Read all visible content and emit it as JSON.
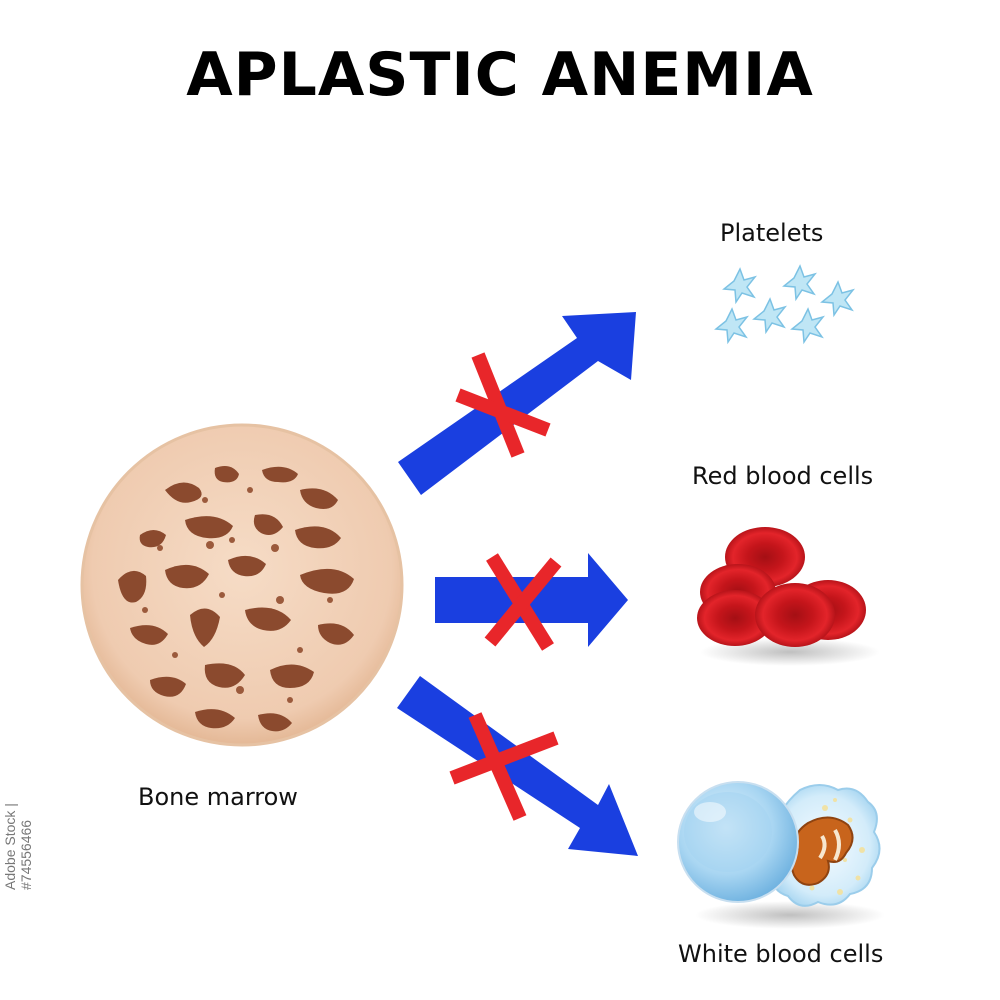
{
  "title": "APLASTIC ANEMIA",
  "labels": {
    "source": "Bone marrow",
    "platelets": "Platelets",
    "red_cells": "Red blood cells",
    "white_cells": "White blood cells"
  },
  "side_id": "Adobe Stock | #74556466",
  "colors": {
    "arrow": "#1a3fe0",
    "cross": "#e8262a",
    "bone": "#f3d4bb",
    "marrow_hole": "#8b4a2e",
    "red_cell": "#e11b22",
    "platelet": "#bfe6f5",
    "lymphocyte": "#bfe2f6",
    "granulocyte_nucleus": "#c8641c"
  },
  "icons": [
    "bone-marrow-icon",
    "platelets-icon",
    "red-blood-cells-icon",
    "white-blood-cells-icon",
    "arrow-icon",
    "cross-icon"
  ]
}
